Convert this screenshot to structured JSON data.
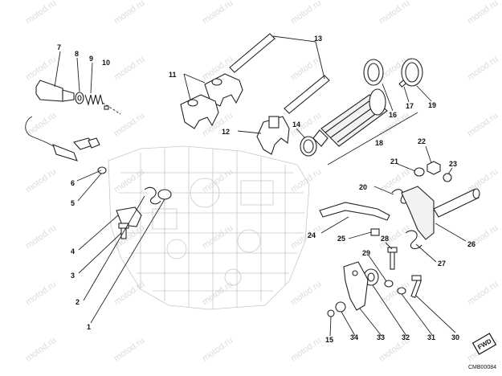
{
  "watermark": "motod.ru",
  "drawing_code": "CMB00084",
  "fwd_label": "FWD",
  "labels": [
    "1",
    "2",
    "3",
    "4",
    "5",
    "6",
    "7",
    "8",
    "9",
    "10",
    "11",
    "12",
    "13",
    "14",
    "15",
    "16",
    "17",
    "18",
    "19",
    "20",
    "21",
    "22",
    "23",
    "24",
    "25",
    "26",
    "27",
    "28",
    "29",
    "30",
    "31",
    "32",
    "33",
    "34"
  ]
}
